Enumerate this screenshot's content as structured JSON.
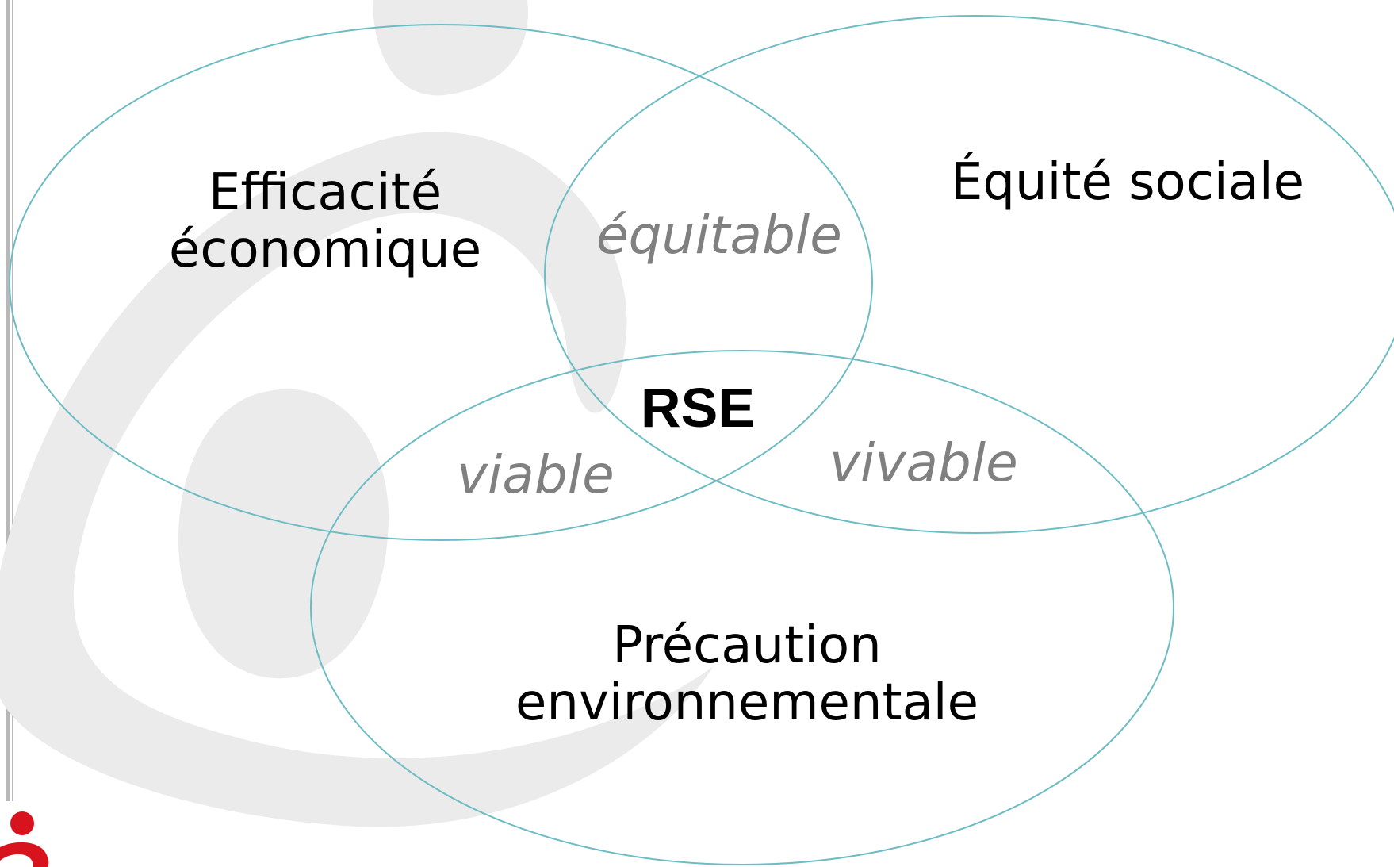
{
  "colors": {
    "background": "#ffffff",
    "watermark": "#ebebeb",
    "circle_stroke": "#6cbcc4",
    "main_label": "#000000",
    "overlap_label": "#808080",
    "logo_red": "#d7141e",
    "left_rule": "#b8b8b8"
  },
  "icons": {
    "watermark": "swirl-watermark-icon",
    "logo": "person-logo-icon"
  },
  "diagram": {
    "circles": [
      {
        "id": "economic",
        "label_lines": [
          "Efficacité",
          "économique"
        ]
      },
      {
        "id": "social",
        "label_lines": [
          "Équité sociale"
        ]
      },
      {
        "id": "environment",
        "label_lines": [
          "Précaution",
          "environnementale"
        ]
      }
    ],
    "overlaps": {
      "economic_social": "équitable",
      "economic_environment": "viable",
      "social_environment": "vivable"
    },
    "center": "RSE"
  }
}
